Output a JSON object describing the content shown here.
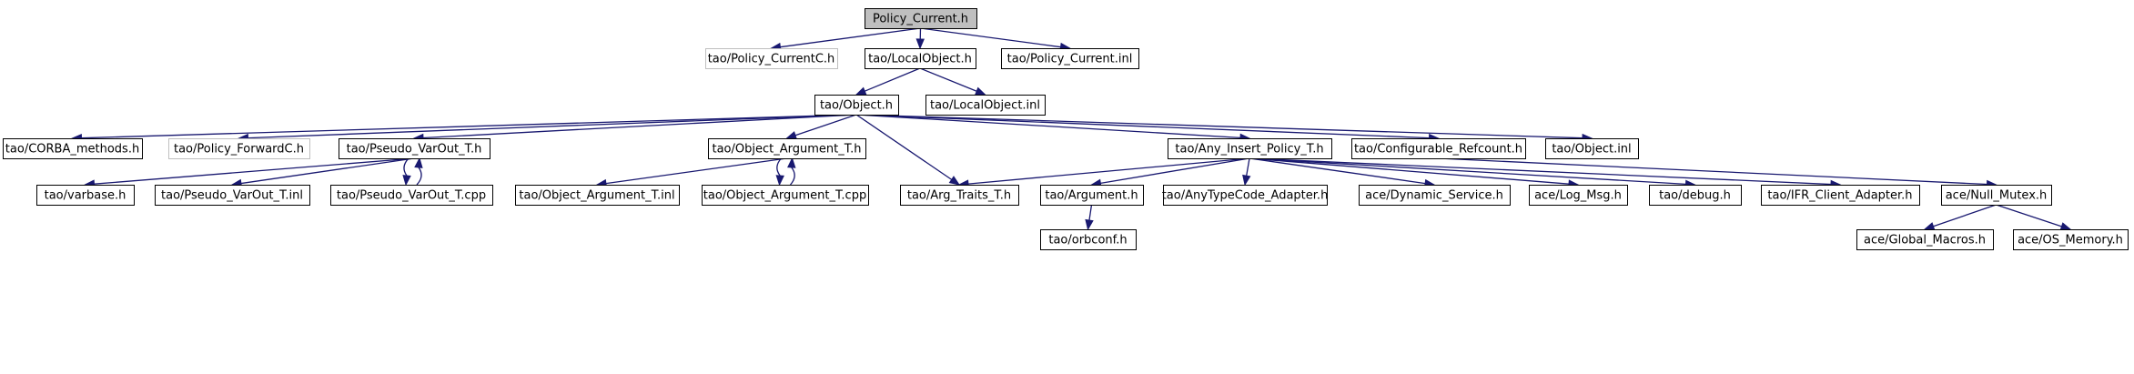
{
  "graph": {
    "colors": {
      "edge": "#191970",
      "root_fill": "#bfbfbf",
      "external_border": "#bfbfbf",
      "node_border": "#000000"
    },
    "nodes": [
      {
        "id": "root",
        "label": "Policy_Current.h",
        "style": "root"
      },
      {
        "id": "policy_currentc",
        "label": "tao/Policy_CurrentC.h",
        "style": "external"
      },
      {
        "id": "localobject_h",
        "label": "tao/LocalObject.h",
        "style": "normal"
      },
      {
        "id": "policy_current_inl",
        "label": "tao/Policy_Current.inl",
        "style": "normal"
      },
      {
        "id": "object_h",
        "label": "tao/Object.h",
        "style": "normal"
      },
      {
        "id": "localobject_inl",
        "label": "tao/LocalObject.inl",
        "style": "normal"
      },
      {
        "id": "corba_methods",
        "label": "tao/CORBA_methods.h",
        "style": "normal"
      },
      {
        "id": "policy_forwardc",
        "label": "tao/Policy_ForwardC.h",
        "style": "external"
      },
      {
        "id": "pseudo_varout_h",
        "label": "tao/Pseudo_VarOut_T.h",
        "style": "normal"
      },
      {
        "id": "object_argument_h",
        "label": "tao/Object_Argument_T.h",
        "style": "normal"
      },
      {
        "id": "any_insert_policy",
        "label": "tao/Any_Insert_Policy_T.h",
        "style": "normal"
      },
      {
        "id": "configurable_refcount",
        "label": "tao/Configurable_Refcount.h",
        "style": "normal"
      },
      {
        "id": "object_inl",
        "label": "tao/Object.inl",
        "style": "normal"
      },
      {
        "id": "varbase",
        "label": "tao/varbase.h",
        "style": "normal"
      },
      {
        "id": "pseudo_varout_inl",
        "label": "tao/Pseudo_VarOut_T.inl",
        "style": "normal"
      },
      {
        "id": "pseudo_varout_cpp",
        "label": "tao/Pseudo_VarOut_T.cpp",
        "style": "normal"
      },
      {
        "id": "object_argument_inl",
        "label": "tao/Object_Argument_T.inl",
        "style": "normal"
      },
      {
        "id": "object_argument_cpp",
        "label": "tao/Object_Argument_T.cpp",
        "style": "normal"
      },
      {
        "id": "arg_traits",
        "label": "tao/Arg_Traits_T.h",
        "style": "normal"
      },
      {
        "id": "argument_h",
        "label": "tao/Argument.h",
        "style": "normal"
      },
      {
        "id": "anytypecode_adapter",
        "label": "tao/AnyTypeCode_Adapter.h",
        "style": "normal"
      },
      {
        "id": "dynamic_service",
        "label": "ace/Dynamic_Service.h",
        "style": "normal"
      },
      {
        "id": "log_msg",
        "label": "ace/Log_Msg.h",
        "style": "normal"
      },
      {
        "id": "debug_h",
        "label": "tao/debug.h",
        "style": "normal"
      },
      {
        "id": "ifr_client_adapter",
        "label": "tao/IFR_Client_Adapter.h",
        "style": "normal"
      },
      {
        "id": "null_mutex",
        "label": "ace/Null_Mutex.h",
        "style": "normal"
      },
      {
        "id": "orbconf",
        "label": "tao/orbconf.h",
        "style": "normal"
      },
      {
        "id": "global_macros",
        "label": "ace/Global_Macros.h",
        "style": "normal"
      },
      {
        "id": "os_memory",
        "label": "ace/OS_Memory.h",
        "style": "normal"
      }
    ],
    "edges": [
      {
        "from": "root",
        "to": "policy_currentc"
      },
      {
        "from": "root",
        "to": "localobject_h"
      },
      {
        "from": "root",
        "to": "policy_current_inl"
      },
      {
        "from": "localobject_h",
        "to": "object_h"
      },
      {
        "from": "localobject_h",
        "to": "localobject_inl"
      },
      {
        "from": "object_h",
        "to": "corba_methods"
      },
      {
        "from": "object_h",
        "to": "policy_forwardc"
      },
      {
        "from": "object_h",
        "to": "pseudo_varout_h"
      },
      {
        "from": "object_h",
        "to": "object_argument_h"
      },
      {
        "from": "object_h",
        "to": "arg_traits"
      },
      {
        "from": "object_h",
        "to": "any_insert_policy"
      },
      {
        "from": "object_h",
        "to": "configurable_refcount"
      },
      {
        "from": "object_h",
        "to": "object_inl"
      },
      {
        "from": "pseudo_varout_h",
        "to": "varbase"
      },
      {
        "from": "pseudo_varout_h",
        "to": "pseudo_varout_inl"
      },
      {
        "from": "pseudo_varout_h",
        "to": "pseudo_varout_cpp"
      },
      {
        "from": "pseudo_varout_cpp",
        "to": "pseudo_varout_h"
      },
      {
        "from": "object_argument_h",
        "to": "object_argument_inl"
      },
      {
        "from": "object_argument_h",
        "to": "object_argument_cpp"
      },
      {
        "from": "object_argument_cpp",
        "to": "object_argument_h"
      },
      {
        "from": "any_insert_policy",
        "to": "arg_traits"
      },
      {
        "from": "any_insert_policy",
        "to": "argument_h"
      },
      {
        "from": "any_insert_policy",
        "to": "anytypecode_adapter"
      },
      {
        "from": "any_insert_policy",
        "to": "dynamic_service"
      },
      {
        "from": "any_insert_policy",
        "to": "log_msg"
      },
      {
        "from": "any_insert_policy",
        "to": "debug_h"
      },
      {
        "from": "any_insert_policy",
        "to": "ifr_client_adapter"
      },
      {
        "from": "configurable_refcount",
        "to": "null_mutex"
      },
      {
        "from": "argument_h",
        "to": "orbconf"
      },
      {
        "from": "null_mutex",
        "to": "global_macros"
      },
      {
        "from": "null_mutex",
        "to": "os_memory"
      }
    ]
  }
}
